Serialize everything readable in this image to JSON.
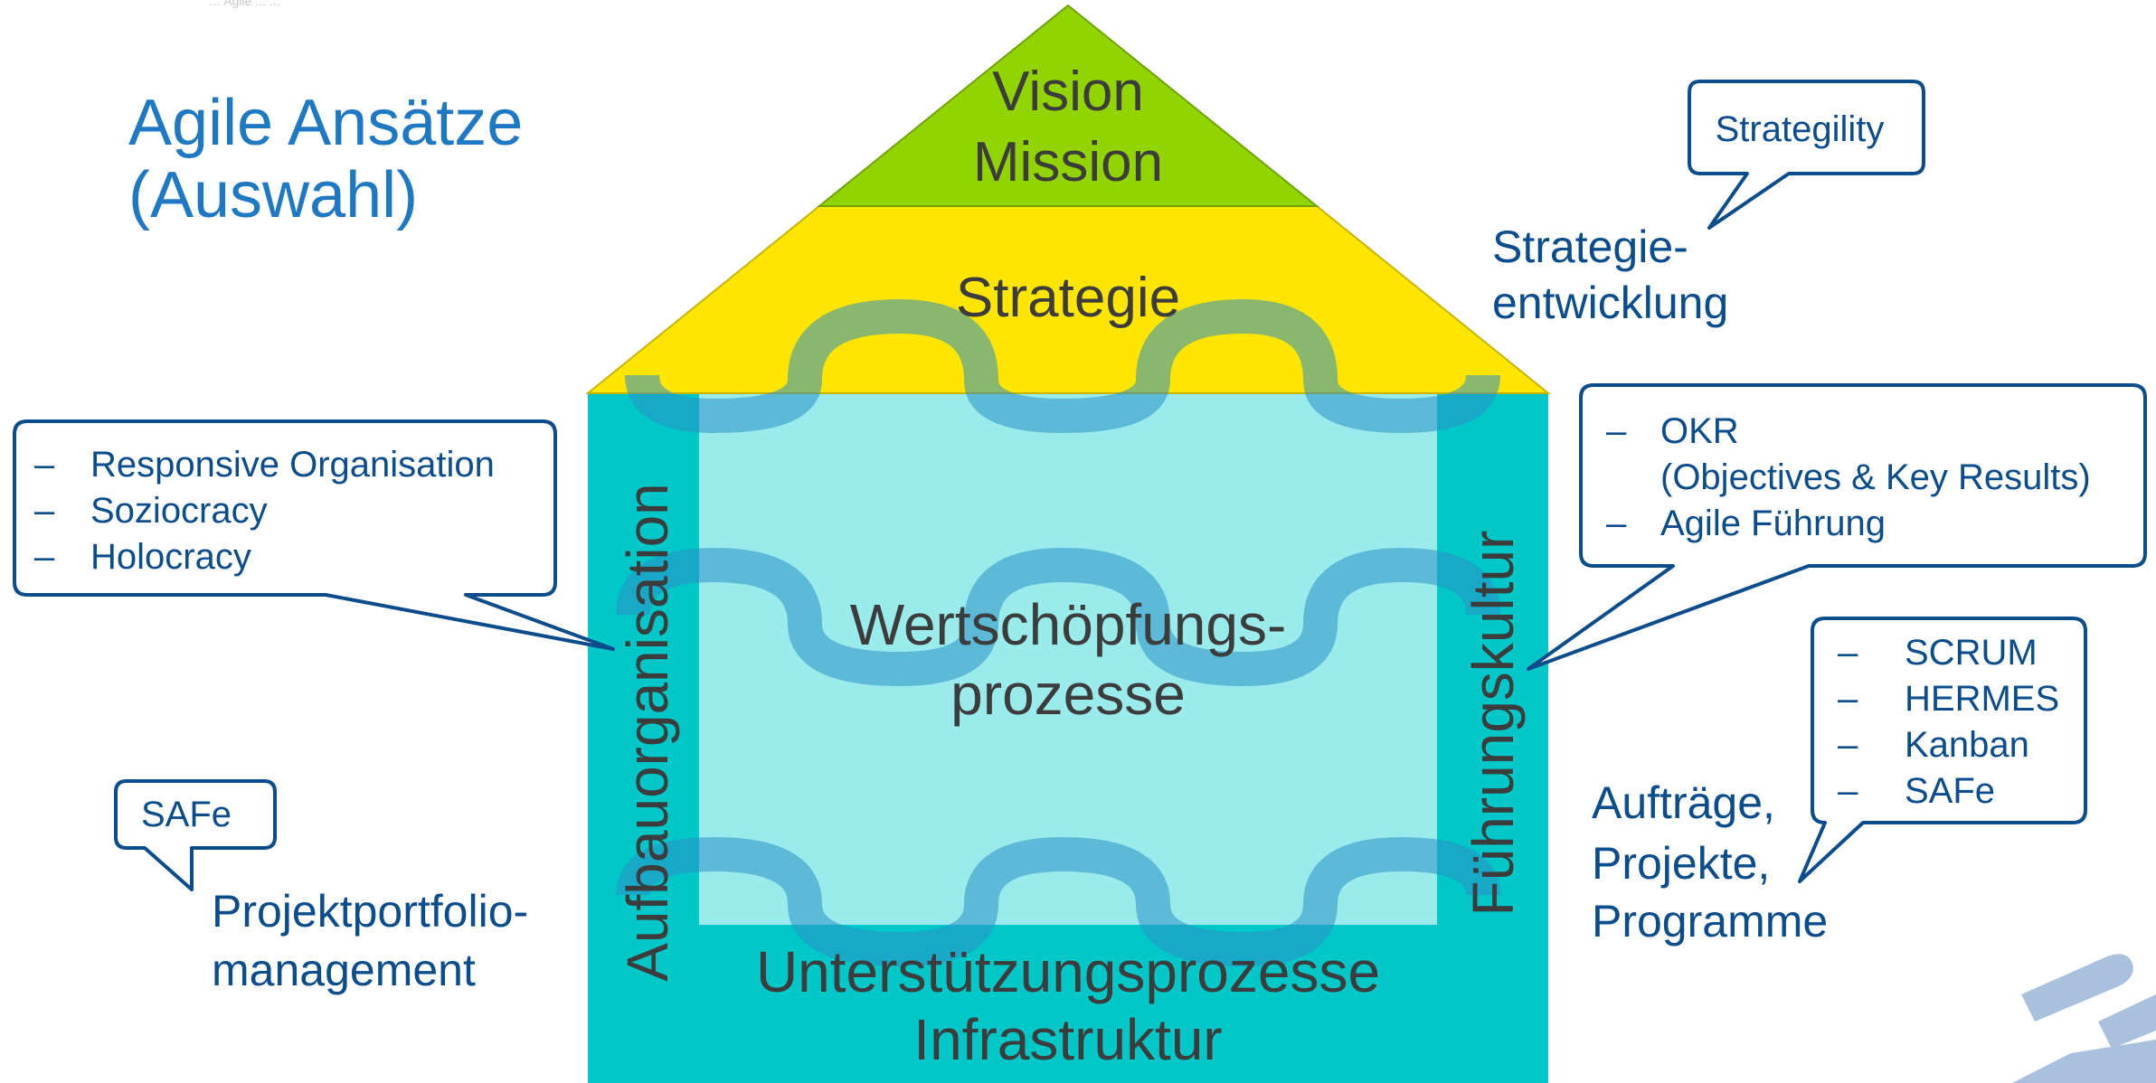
{
  "header_fragment": "… Agile ... ...",
  "title": [
    "Agile Ansätze",
    "(Auswahl)"
  ],
  "house": {
    "roof_top": [
      "Vision",
      "Mission"
    ],
    "roof_middle": "Strategie",
    "center": [
      "Wertschöpfungs-",
      "prozesse"
    ],
    "bottom": [
      "Unterstützungsprozesse",
      "Infrastruktur"
    ],
    "left_pillar": "Aufbauorganisation",
    "right_pillar": "Führungskultur"
  },
  "areas": {
    "strategy": [
      "Strategie-",
      "entwicklung"
    ],
    "portfolio": [
      "Projektportfolio-",
      "management"
    ],
    "orders": [
      "Aufträge,",
      "Projekte,",
      "Programme"
    ]
  },
  "bubbles": {
    "strategility": "Strategility",
    "organisation": [
      "Responsive Organisation",
      "Soziocracy",
      "Holocracy"
    ],
    "leadership": [
      "OKR",
      "(Objectives & Key Results)",
      "Agile Führung"
    ],
    "methods": [
      "SCRUM",
      "HERMES",
      "Kanban",
      "SAFe"
    ],
    "safe": "SAFe"
  },
  "bullet_symbol": "–",
  "colors": {
    "title": "#1f78c3",
    "text_dark_blue": "#0b4c8c",
    "roof_top": "#92d400",
    "roof_middle": "#ffe600",
    "house_body": "#00c8c8",
    "house_inner": "#9aebec",
    "wave": "#2a8fc7"
  }
}
